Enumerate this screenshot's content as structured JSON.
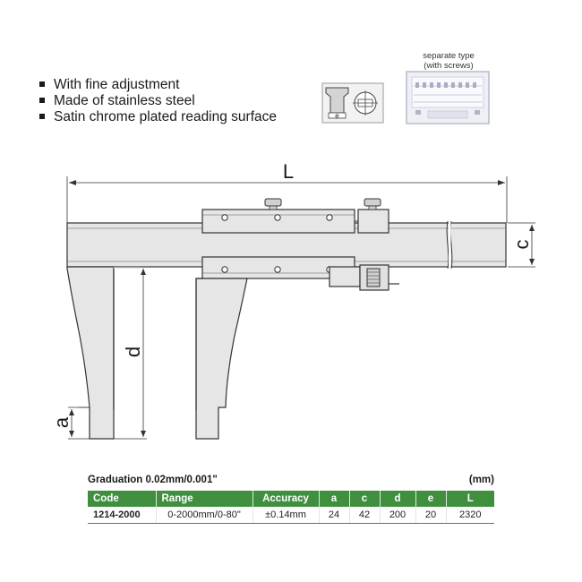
{
  "features": [
    "With fine adjustment",
    "Made of stainless steel",
    "Satin chrome plated reading surface"
  ],
  "inset": {
    "caption_line1": "separate type",
    "caption_line2": "(with screws)",
    "detail_label": "e"
  },
  "dimensions": {
    "L": "L",
    "c": "c",
    "d": "d",
    "a": "a"
  },
  "spec": {
    "graduation": "Graduation 0.02mm/0.001\"",
    "unit": "(mm)",
    "columns": [
      "Code",
      "Range",
      "Accuracy",
      "a",
      "c",
      "d",
      "e",
      "L"
    ],
    "row": [
      "1214-2000",
      "0-2000mm/0-80\"",
      "±0.14mm",
      "24",
      "42",
      "200",
      "20",
      "2320"
    ]
  },
  "colors": {
    "header_green": "#3f8f3f",
    "body_fill": "#e6e6e6",
    "outline": "#333333"
  }
}
